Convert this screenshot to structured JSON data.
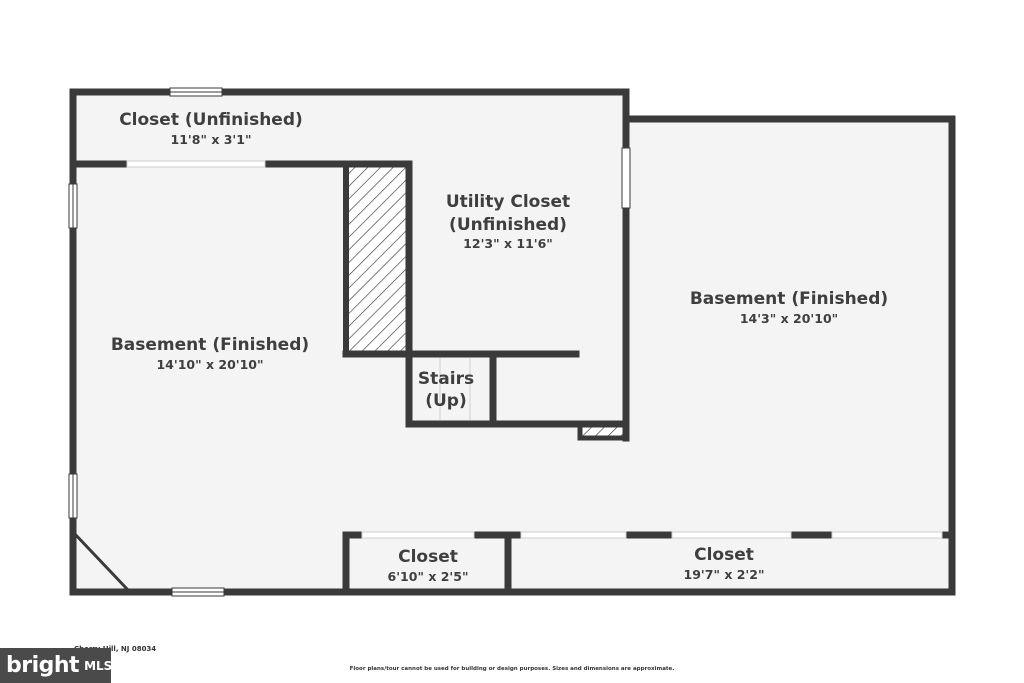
{
  "rooms": {
    "closet_top": {
      "name": "Closet (Unfinished)",
      "dims": "11'8\" x 3'1\""
    },
    "utility": {
      "name_line1": "Utility Closet",
      "name_line2": "(Unfinished)",
      "dims": "12'3\" x 11'6\""
    },
    "basement_left": {
      "name": "Basement (Finished)",
      "dims": "14'10\" x 20'10\""
    },
    "basement_right": {
      "name": "Basement (Finished)",
      "dims": "14'3\" x 20'10\""
    },
    "stairs": {
      "name_line1": "Stairs",
      "name_line2": "(Up)"
    },
    "closet_small": {
      "name": "Closet",
      "dims": "6'10\" x 2'5\""
    },
    "closet_long": {
      "name": "Closet",
      "dims": "19'7\" x 2'2\""
    }
  },
  "footer": {
    "address": "Cherry Hill, NJ 08034",
    "disclaimer": "Floor plans/tour cannot be used for building or design purposes. Sizes and dimensions are approximate."
  },
  "watermark": {
    "brand": "bright",
    "suffix": "MLS"
  },
  "colors": {
    "wall": "#3a3a3a",
    "floor": "#f4f4f4",
    "window": "#ffffff"
  }
}
